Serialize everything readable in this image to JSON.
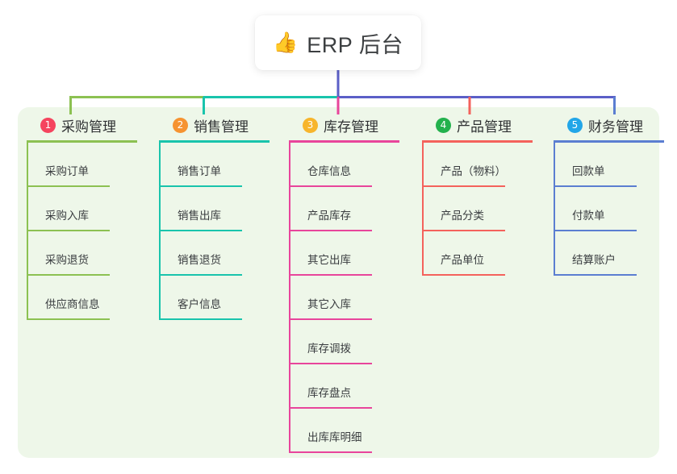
{
  "root": {
    "emoji": "👍",
    "emoji_name": "thumbs-up-emoji",
    "title": "ERP 后台"
  },
  "colors": {
    "panel_bg": "#eef7e9",
    "page_bg": "#ffffff",
    "card_bg": "#ffffff",
    "trunk": "#5b5fc7",
    "branch_green": "#7dc24b",
    "branch_teal": "#19c4ac",
    "branch_blue": "#5b5fc7"
  },
  "columns": [
    {
      "number": "1",
      "title": "采购管理",
      "badge_color": "#f5445e",
      "line_color": "#8cc152",
      "drop_color": "#8cc152",
      "items": [
        "采购订单",
        "采购入库",
        "采购退货",
        "供应商信息"
      ]
    },
    {
      "number": "2",
      "title": "销售管理",
      "badge_color": "#f69331",
      "line_color": "#19c4ac",
      "drop_color": "#19c4ac",
      "items": [
        "销售订单",
        "销售出库",
        "销售退货",
        "客户信息"
      ]
    },
    {
      "number": "3",
      "title": "库存管理",
      "badge_color": "#f7b52c",
      "line_color": "#e8459b",
      "drop_color": "#e8459b",
      "items": [
        "仓库信息",
        "产品库存",
        "其它出库",
        "其它入库",
        "库存调拨",
        "库存盘点",
        "出库库明细"
      ]
    },
    {
      "number": "4",
      "title": "产品管理",
      "badge_color": "#23b14d",
      "line_color": "#f4625c",
      "drop_color": "#f4625c",
      "items": [
        "产品（物料）",
        "产品分类",
        "产品单位"
      ]
    },
    {
      "number": "5",
      "title": "财务管理",
      "badge_color": "#22a6e8",
      "line_color": "#5b7ed1",
      "drop_color": "#5b7ed1",
      "items": [
        "回款单",
        "付款单",
        "结算账户"
      ]
    }
  ]
}
